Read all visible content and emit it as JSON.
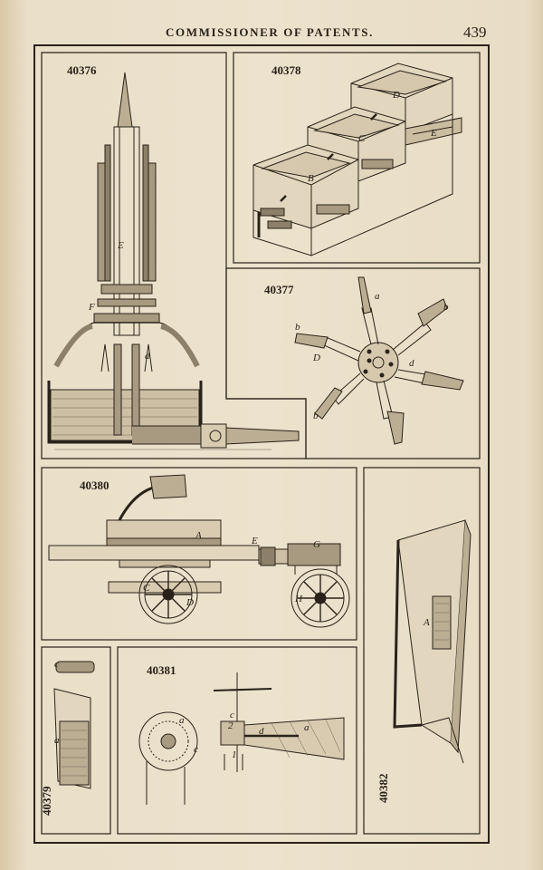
{
  "header": {
    "title": "COMMISSIONER OF PATENTS.",
    "page_number": "439"
  },
  "figures": {
    "f40376": "40376",
    "f40378": "40378",
    "f40377": "40377",
    "f40380": "40380",
    "f40381": "40381",
    "f40379": "40379",
    "f40382": "40382"
  },
  "letters": {
    "E": "E",
    "F": "F",
    "d": "d",
    "B": "B",
    "C": "C",
    "D": "D",
    "a": "a",
    "b": "b",
    "A": "A",
    "G": "G",
    "H": "H",
    "c": "c",
    "one": "1",
    "two": "2"
  }
}
